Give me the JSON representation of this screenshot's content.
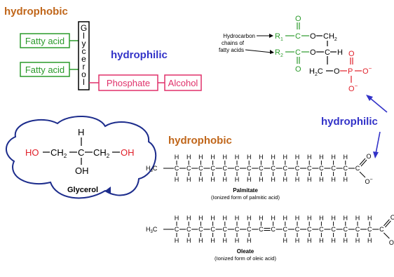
{
  "header": {
    "hint": "hydrophobic",
    "labels": [
      "hydrophobic",
      "hydrophilic",
      "hydrophobic",
      "hydrophilic"
    ]
  },
  "colors": {
    "hydrophobic": "#c0661a",
    "hydrophilic": "#3232c8",
    "green": "#2a9a2a",
    "pink": "#e0306a",
    "red": "#e01e28",
    "blue": "#1c2c8c"
  },
  "schematic": {
    "fatty_acid_top": "Fatty acid",
    "fatty_acid_bottom": "Fatty acid",
    "glycerol_letters": [
      "G",
      "l",
      "y",
      "c",
      "e",
      "r",
      "o",
      "l"
    ],
    "phosphate": "Phosphate",
    "alcohol": "Alcohol"
  },
  "phospholipid": {
    "note_line1": "Hydrocarbon",
    "note_line2": "chains of",
    "note_line3": "fatty acids",
    "r1": "R",
    "r1_sub": "1",
    "r2": "R",
    "r2_sub": "2",
    "o_top": "O",
    "o_mid": "O",
    "o_low": "O",
    "o_bottom": "O",
    "ch2_top": "CH",
    "ch2_sub": "2",
    "h": "H",
    "h2c": "H",
    "h2c_sub": "2",
    "h2c_c": "C",
    "c1": "C",
    "c2": "C",
    "c3": "C",
    "o_link": "O",
    "p": "P",
    "po_top": "O",
    "po_right": "O",
    "po_bottom": "O",
    "minus": "−"
  },
  "glycerol": {
    "ho": "HO",
    "ch2_left": "CH",
    "ch2_left_sub": "2",
    "c": "C",
    "ch2_right": "CH",
    "ch2_right_sub": "2",
    "oh_right": "OH",
    "h_top": "H",
    "oh_bottom": "OH",
    "name": "Glycerol"
  },
  "palmitate": {
    "h3c": "H",
    "h3c_sub": "3",
    "h3c_c": "C",
    "carbon": "C",
    "hydrogen": "H",
    "oxygen": "O",
    "oxygen_minus": "O",
    "name": "Palmitate",
    "caption": "(Ionized form of palmitic acid)"
  },
  "oleate": {
    "h3c": "H",
    "h3c_sub": "3",
    "h3c_c": "C",
    "carbon": "C",
    "hydrogen": "H",
    "oxygen": "O",
    "oxygen_minus": "O",
    "name": "Oleate",
    "caption": "(Ionized form of oleic acid)"
  }
}
